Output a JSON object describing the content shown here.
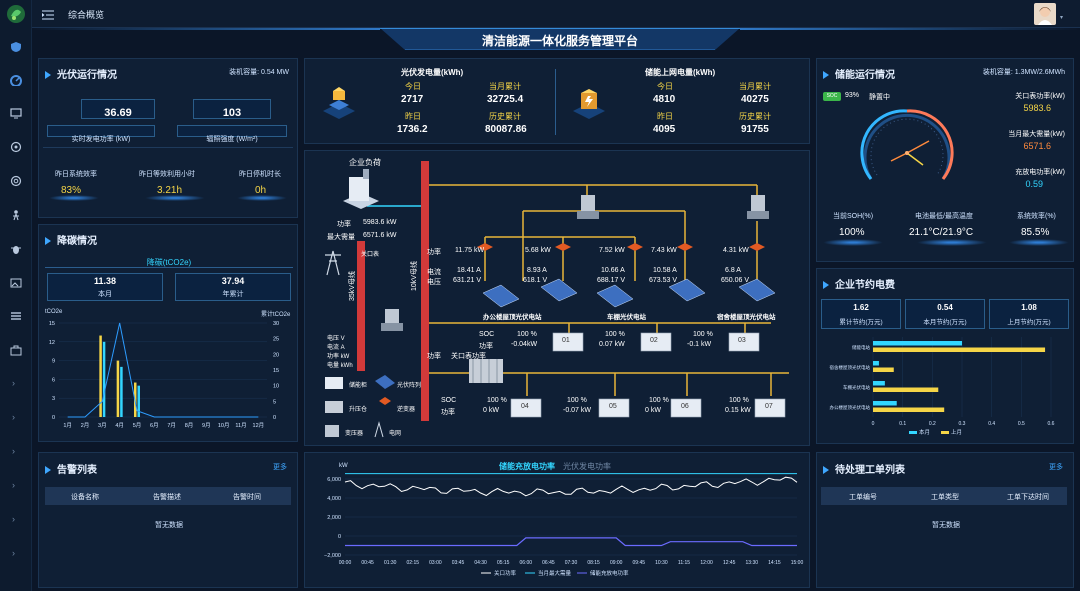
{
  "header": {
    "title": "清洁能源一体化服务管理平台",
    "breadcrumb": "综合概览"
  },
  "pv": {
    "title": "光伏运行情况",
    "capacity": "装机容量: 0.54 MW",
    "realtime_value": "36.69",
    "realtime_label": "实时发电功率 (kW)",
    "irradiance_value": "103",
    "irradiance_label": "辐照强度 (W/m²)",
    "eff_label": "昨日系统效率",
    "eff_value": "83%",
    "hours_label": "昨日等效利用小时",
    "hours_value": "3.21h",
    "down_label": "昨日停机时长",
    "down_value": "0h"
  },
  "carbon": {
    "title": "降碳情况",
    "subtitle": "降碳(tCO2e)",
    "month_value": "11.38",
    "month_label": "本月",
    "year_value": "37.94",
    "year_label": "年累计",
    "left_unit": "tCO2e",
    "right_unit": "累计tCO2e"
  },
  "carbon_chart": {
    "months": [
      "1月",
      "2月",
      "3月",
      "4月",
      "5月",
      "6月",
      "7月",
      "8月",
      "9月",
      "10月",
      "11月",
      "12月"
    ],
    "left_ticks": [
      "0",
      "3",
      "6",
      "9",
      "12",
      "15"
    ],
    "right_ticks": [
      "0",
      "5",
      "10",
      "15",
      "20",
      "25",
      "30"
    ],
    "bars_yellow": [
      0,
      0,
      13,
      9,
      5.5,
      0,
      0,
      0,
      0,
      0,
      0,
      0
    ],
    "bars_cyan": [
      0,
      0,
      12,
      8,
      5,
      0,
      0,
      0,
      0,
      0,
      0,
      0
    ],
    "line": [
      0,
      0,
      5,
      30,
      2,
      0,
      0,
      0,
      0,
      0,
      0,
      0
    ]
  },
  "energy": {
    "pv_title": "光伏发电量(kWh)",
    "st_title": "储能上网电量(kWh)",
    "today": "今日",
    "month": "当月累计",
    "yesterday": "昨日",
    "history": "历史累计",
    "pv_today": "2717",
    "pv_month": "32725.4",
    "pv_yesterday": "1736.2",
    "pv_history": "80087.86",
    "st_today": "4810",
    "st_month": "40275",
    "st_yesterday": "4095",
    "st_history": "91755"
  },
  "diagram": {
    "load": "企业负荷",
    "power": "功率",
    "demand": "最大需量",
    "power_val": "5983.6 kW",
    "demand_val": "6571.6 kW",
    "gateway": "关口表",
    "v35": "35kV母线",
    "v10": "10kV母线",
    "legend_v": "电压 V",
    "legend_i": "电流 A",
    "legend_p": "功率 kW",
    "legend_e": "电量 kWh",
    "pv_label_power": "功率",
    "pv_label_current": "电流",
    "pv_label_voltage": "电压",
    "pv_units": [
      {
        "p": "11.75 kW",
        "i": "18.41 A",
        "v": "631.21 V"
      },
      {
        "p": "5.68 kW",
        "i": "8.93 A",
        "v": "618.1 V"
      },
      {
        "p": "7.52 kW",
        "i": "10.66 A",
        "v": "688.17 V"
      },
      {
        "p": "7.43 kW",
        "i": "10.58 A",
        "v": "673.53 V"
      },
      {
        "p": "4.31 kW",
        "i": "6.8 A",
        "v": "650.06 V"
      }
    ],
    "stations": [
      "办公楼屋顶光伏电站",
      "车棚光伏电站",
      "宿舍楼屋顶光伏电站"
    ],
    "soc": "SOC",
    "st_power": "功率",
    "gw_power": "关口表功率",
    "storage_top": [
      {
        "id": "01",
        "soc": "100 %",
        "p": "-0.04kW"
      },
      {
        "id": "02",
        "soc": "100 %",
        "p": "0.07 kW"
      },
      {
        "id": "03",
        "soc": "100 %",
        "p": "-0.1 kW"
      }
    ],
    "storage_bottom": [
      {
        "id": "04",
        "soc": "100 %",
        "p": "0 kW"
      },
      {
        "id": "05",
        "soc": "100 %",
        "p": "-0.07 kW"
      },
      {
        "id": "06",
        "soc": "100 %",
        "p": "0 kW"
      },
      {
        "id": "07",
        "soc": "100 %",
        "p": "0.15 kW"
      }
    ],
    "leg_cabinet": "储能柜",
    "leg_pv": "光伏阵列",
    "leg_booster": "升压仓",
    "leg_inverter": "逆变器",
    "leg_transformer": "变压器",
    "leg_grid": "电网"
  },
  "storage": {
    "title": "储能运行情况",
    "capacity": "装机容量: 1.3MW/2.6MWh",
    "soc_badge": "SOC",
    "soc_value": "93%",
    "state": "静置中",
    "gw_label": "关口表功率(kW)",
    "gw_value": "5983.6",
    "demand_label": "当月最大需量(kW)",
    "demand_value": "6571.6",
    "cd_label": "充放电功率(kW)",
    "cd_value": "0.59",
    "soh_label": "当前SOH(%)",
    "soh_value": "100%",
    "temp_label": "电池最低/最高温度",
    "temp_value": "21.1°C/21.9°C",
    "eff_label": "系统效率(%)",
    "eff_value": "85.5%"
  },
  "saving": {
    "title": "企业节约电费",
    "total_value": "1.62",
    "total_label": "累计节约(万元)",
    "month_value": "0.54",
    "month_label": "本月节约(万元)",
    "last_value": "1.08",
    "last_label": "上月节约(万元)",
    "cats": [
      "储能电站",
      "宿舍楼屋顶光伏电站",
      "车棚光伏电站",
      "办公楼屋顶光伏电站"
    ],
    "this_month": [
      0.3,
      0.02,
      0.04,
      0.08
    ],
    "last_month": [
      0.58,
      0.07,
      0.22,
      0.24
    ],
    "ticks": [
      "0",
      "0.1",
      "0.2",
      "0.3",
      "0.4",
      "0.5",
      "0.6"
    ],
    "leg_this": "本月",
    "leg_last": "上月"
  },
  "alarm": {
    "title": "告警列表",
    "more": "更多",
    "col1": "设备名称",
    "col2": "告警描述",
    "col3": "告警时间",
    "empty": "暂无数据"
  },
  "power_chart": {
    "tab_active": "储能充放电功率",
    "tab_inactive": "光伏发电功率",
    "unit": "kW",
    "yticks": [
      "6,000",
      "4,000",
      "2,000",
      "0",
      "−2,000"
    ],
    "xticks": [
      "00:00",
      "00:45",
      "01:30",
      "02:15",
      "03:00",
      "03:45",
      "04:30",
      "05:15",
      "06:00",
      "06:45",
      "07:30",
      "08:15",
      "09:00",
      "09:45",
      "10:30",
      "11:15",
      "12:00",
      "12:45",
      "13:30",
      "14:15",
      "15:00"
    ],
    "leg_gw": "关口功率",
    "leg_demand": "当月最大需量",
    "leg_st": "储能充放电功率"
  },
  "workorder": {
    "title": "待处理工单列表",
    "more": "更多",
    "col1": "工单编号",
    "col2": "工单类型",
    "col3": "工单下达时间",
    "empty": "暂无数据"
  },
  "colors": {
    "accent": "#3fa7ff",
    "yellow": "#f5d547",
    "cyan": "#33d6ff",
    "orange": "#ff8a3d",
    "bus": "#d23a3a"
  }
}
